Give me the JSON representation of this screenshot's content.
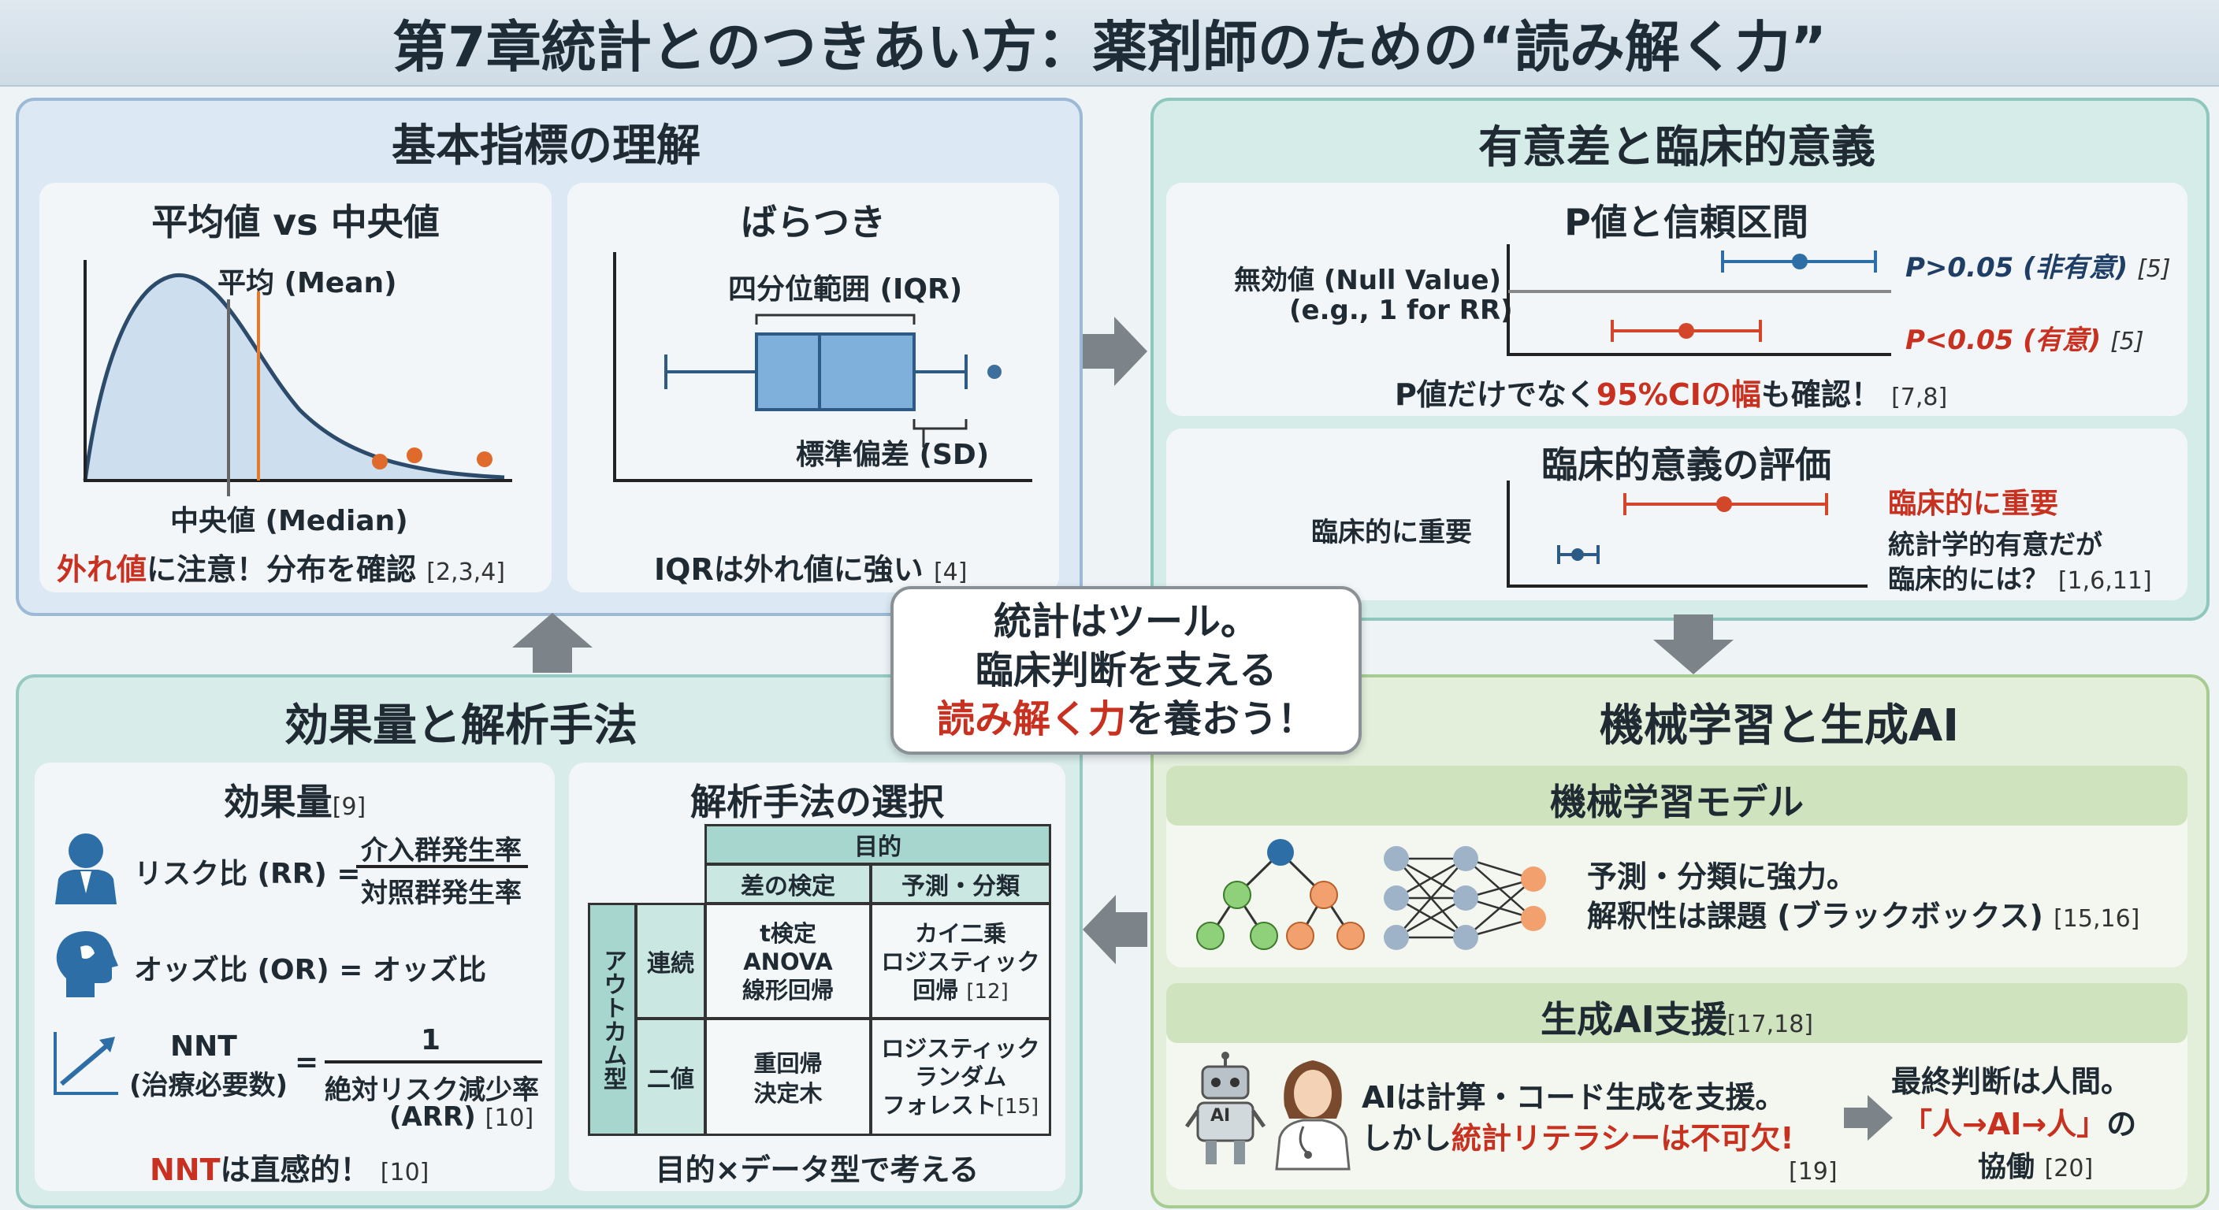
{
  "title": "第7章統計とのつきあい方：薬剤師のための“読み解く力”",
  "q1": {
    "title": "基本指標の理解",
    "left": {
      "title": "平均値 vs 中央値",
      "mean_label": "平均 (Mean)",
      "median_label": "中央値 (Median)",
      "note_red": "外れ値",
      "note_rest": "に注意！分布を確認",
      "note_ref": "[2,3,4]"
    },
    "right": {
      "title": "ばらつき",
      "iqr_label": "四分位範囲 (IQR)",
      "sd_label": "標準偏差 (SD)",
      "note": "IQRは外れ値に強い",
      "note_ref": "[4]"
    }
  },
  "q2": {
    "title": "有意差と臨床的意義",
    "top": {
      "title": "P値と信頼区間",
      "null_label1": "無効値 (Null Value)",
      "null_label2": "(e.g., 1 for RR)",
      "p_gt": "P>0.05 (非有意)",
      "p_gt_ref": "[5]",
      "p_lt": "P<0.05 (有意)",
      "p_lt_ref": "[5]",
      "note_a": "P値だけでなく",
      "note_red": "95%CIの幅",
      "note_b": "も確認！",
      "note_ref": "[7,8]"
    },
    "bottom": {
      "title": "臨床的意義の評価",
      "axis_label": "臨床的に重要",
      "red_label": "臨床的に重要",
      "text1": "統計学的有意だが",
      "text2": "臨床的には？",
      "text2_ref": "[1,6,11]"
    }
  },
  "center": {
    "line1": "統計はツール。",
    "line2": "臨床判断を支える",
    "line3_red": "読み解く力",
    "line3_rest": "を養おう！"
  },
  "q3": {
    "title": "効果量と解析手法",
    "left": {
      "title": "効果量",
      "title_ref": "[9]",
      "rr_label": "リスク比 (RR) =",
      "rr_num": "介入群発生率",
      "rr_den": "対照群発生率",
      "or_label": "オッズ比 (OR) = オッズ比",
      "nnt_label": "NNT",
      "nnt_sub": "(治療必要数)",
      "nnt_eq": "=",
      "nnt_num": "1",
      "nnt_den1": "絶対リスク減少率",
      "nnt_den2": "(ARR)",
      "nnt_den_ref": "[10]",
      "note_red": "NNT",
      "note_rest": "は直感的！",
      "note_ref": "[10]"
    },
    "right": {
      "title": "解析手法の選択",
      "purpose": "目的",
      "col1": "差の検定",
      "col2": "予測・分類",
      "outcome": "アウトカム型",
      "row1": "連続",
      "row2": "二値",
      "c11_1": "t検定",
      "c11_2": "ANOVA",
      "c11_3": "線形回帰",
      "c12_1": "カイ二乗",
      "c12_2": "ロジスティック",
      "c12_3": "回帰",
      "c12_ref": "[12]",
      "c21_1": "重回帰",
      "c21_2": "決定木",
      "c22_1": "ロジスティック",
      "c22_2": "ランダム",
      "c22_3": "フォレスト",
      "c22_ref": "[15]",
      "note": "目的×データ型で考える"
    }
  },
  "q4": {
    "title": "機械学習と生成AI",
    "ml": {
      "title": "機械学習モデル",
      "text1": "予測・分類に強力。",
      "text2": "解釈性は課題 (ブラックボックス)",
      "text2_ref": "[15,16]"
    },
    "gen": {
      "title": "生成AI支援",
      "title_ref": "[17,18]",
      "ai_badge": "AI",
      "text1": "AIは計算・コード生成を支援。",
      "text2_a": "しかし",
      "text2_red": "統計リテラシーは不可欠!",
      "text2_ref": "[19]",
      "final1": "最終判断は人間。",
      "final2_red": "「人→AI→人」",
      "final2_rest": "の",
      "final3": "協働",
      "final3_ref": "[20]"
    }
  },
  "colors": {
    "red": "#c8301f",
    "orange": "#e06a2c",
    "blue": "#2e6ea6",
    "green_node": "#8fd17a",
    "orange_node": "#f2a06e"
  }
}
